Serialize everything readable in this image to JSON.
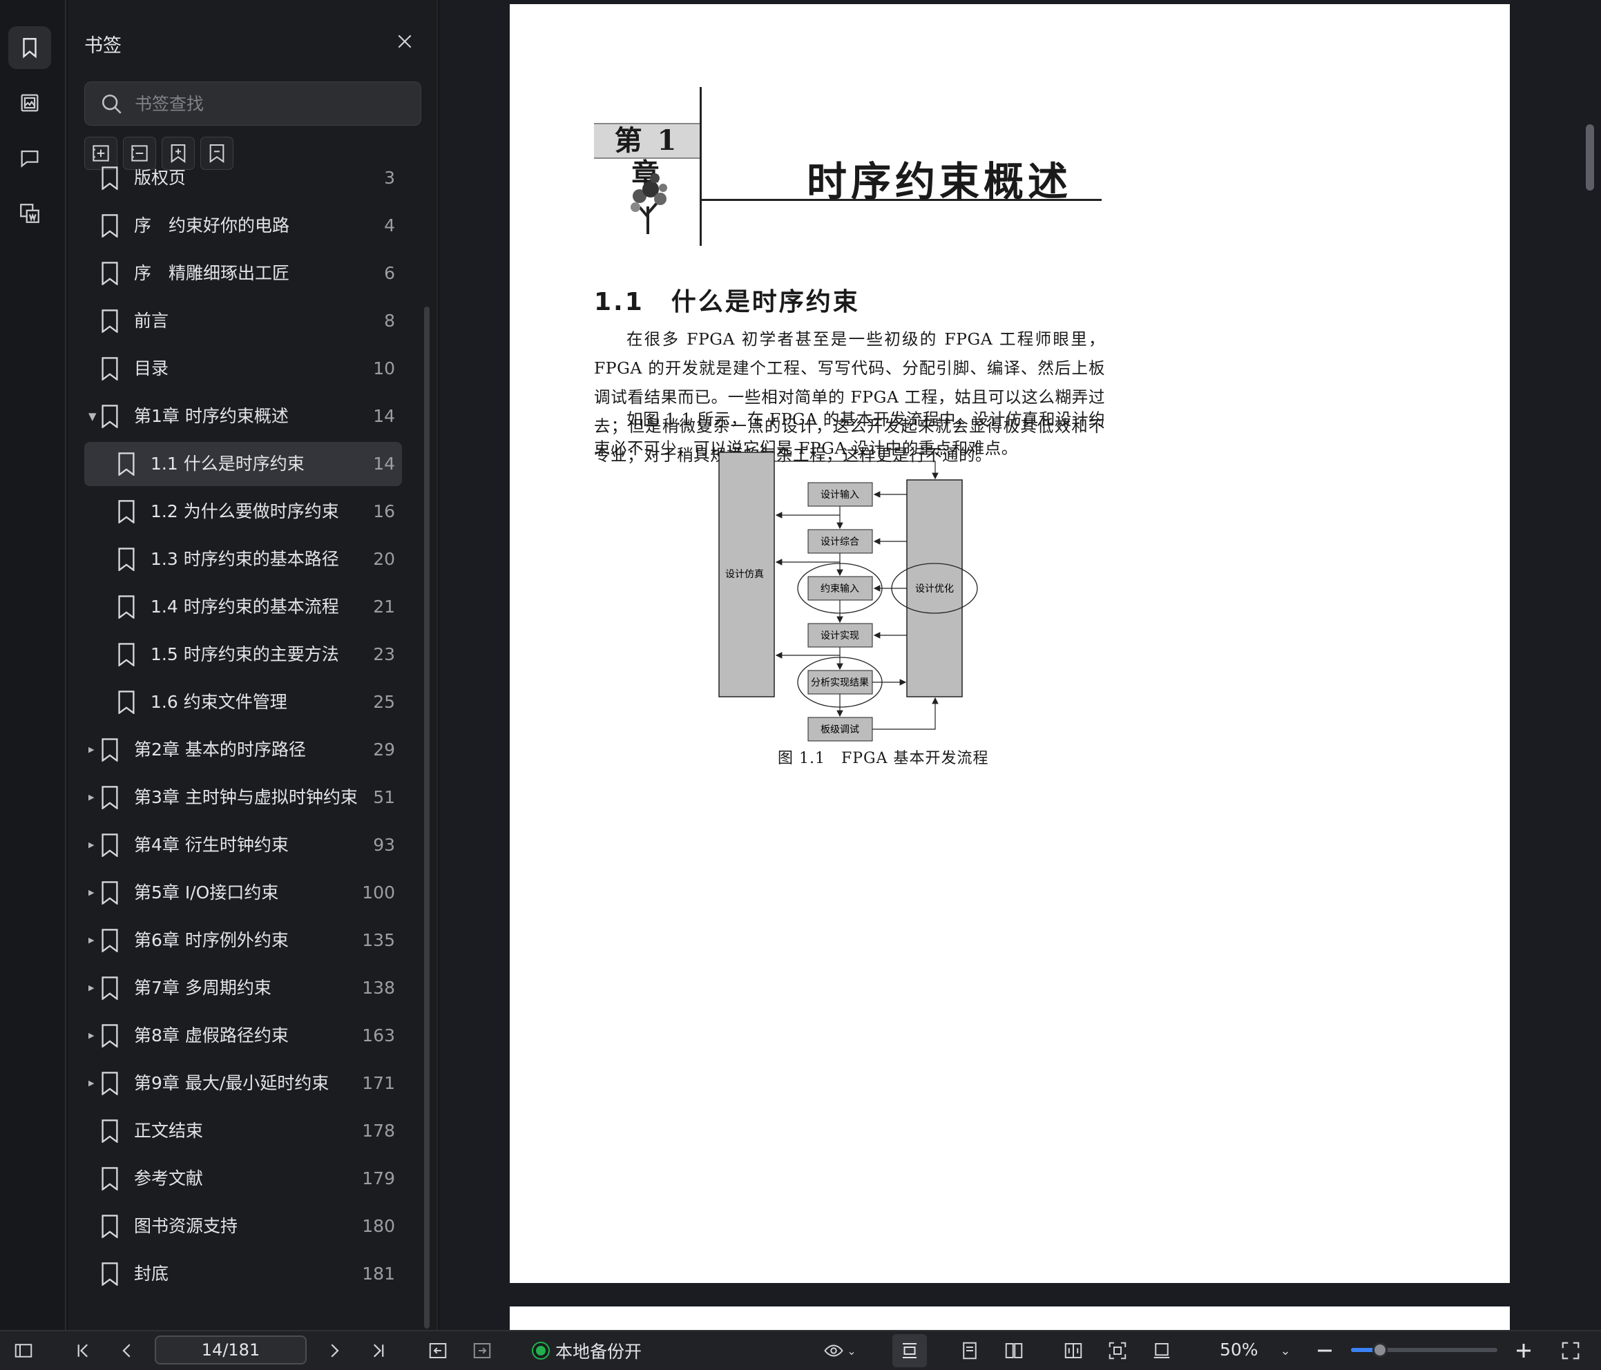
{
  "sidebar_panel": {
    "title": "书签",
    "search_placeholder": "书签查找",
    "items": [
      {
        "label": "版权页",
        "page": "3"
      },
      {
        "label": "序　约束好你的电路",
        "page": "4"
      },
      {
        "label": "序　精雕细琢出工匠",
        "page": "6"
      },
      {
        "label": "前言",
        "page": "8"
      },
      {
        "label": "目录",
        "page": "10"
      },
      {
        "label": "第1章 时序约束概述",
        "page": "14"
      },
      {
        "label": "1.1 什么是时序约束",
        "page": "14"
      },
      {
        "label": "1.2 为什么要做时序约束",
        "page": "16"
      },
      {
        "label": "1.3 时序约束的基本路径",
        "page": "20"
      },
      {
        "label": "1.4 时序约束的基本流程",
        "page": "21"
      },
      {
        "label": "1.5 时序约束的主要方法",
        "page": "23"
      },
      {
        "label": "1.6 约束文件管理",
        "page": "25"
      },
      {
        "label": "第2章 基本的时序路径",
        "page": "29"
      },
      {
        "label": "第3章 主时钟与虚拟时钟约束",
        "page": "51"
      },
      {
        "label": "第4章 衍生时钟约束",
        "page": "93"
      },
      {
        "label": "第5章 I/O接口约束",
        "page": "100"
      },
      {
        "label": "第6章 时序例外约束",
        "page": "135"
      },
      {
        "label": "第7章 多周期约束",
        "page": "138"
      },
      {
        "label": "第8章 虚假路径约束",
        "page": "163"
      },
      {
        "label": "第9章 最大/最小延时约束",
        "page": "171"
      },
      {
        "label": "正文结束",
        "page": "178"
      },
      {
        "label": "参考文献",
        "page": "179"
      },
      {
        "label": "图书资源支持",
        "page": "180"
      },
      {
        "label": "封底",
        "page": "181"
      }
    ]
  },
  "document": {
    "chapter_label": "第 1 章",
    "chapter_title": "时序约束概述",
    "section_title": "1.1　什么是时序约束",
    "paragraph1": "在很多 FPGA 初学者甚至是一些初级的 FPGA 工程师眼里，FPGA 的开发就是建个工程、写写代码、分配引脚、编译、然后上板调试看结果而已。一些相对简单的 FPGA 工程，姑且可以这么糊弄过去；但是稍微复杂一点的设计，这么开发起来就会显得极其低效和不专业；对于稍具规模的复杂工程，这样更是行不通的。",
    "paragraph2": "如图 1.1 所示，在 FPGA 的基本开发流程中，设计仿真和设计约束必不可少，可以说它们是 FPGA 设计中的重点和难点。",
    "figure": {
      "left_block": "设计仿真",
      "right_block": "设计优化",
      "steps": [
        "设计输入",
        "设计综合",
        "约束输入",
        "设计实现",
        "分析实现结果",
        "板级调试"
      ],
      "caption": "图 1.1　FPGA 基本开发流程"
    }
  },
  "status_bar": {
    "page_indicator": "14/181",
    "backup_label": "本地备份开",
    "zoom_level": "50%",
    "zoom_fraction": 0.2,
    "backup_color": "#22b14c",
    "accent_color": "#3b82f6"
  }
}
